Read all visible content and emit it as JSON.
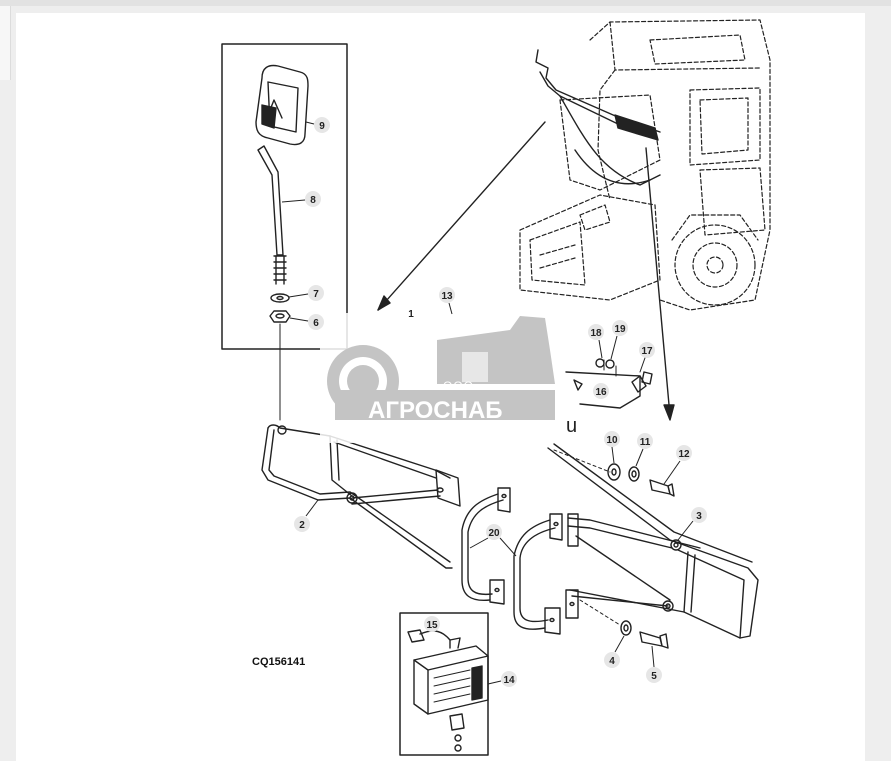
{
  "figure_code": "CQ156141",
  "callouts": [
    {
      "id": "c1",
      "text": "1"
    },
    {
      "id": "c2",
      "text": "2"
    },
    {
      "id": "c3",
      "text": "3"
    },
    {
      "id": "c4",
      "text": "4"
    },
    {
      "id": "c5",
      "text": "5"
    },
    {
      "id": "c6",
      "text": "6"
    },
    {
      "id": "c7",
      "text": "7"
    },
    {
      "id": "c8",
      "text": "8"
    },
    {
      "id": "c9",
      "text": "9"
    },
    {
      "id": "c10",
      "text": "10"
    },
    {
      "id": "c11",
      "text": "11"
    },
    {
      "id": "c12",
      "text": "12"
    },
    {
      "id": "c13",
      "text": "13"
    },
    {
      "id": "c14",
      "text": "14"
    },
    {
      "id": "c15",
      "text": "15"
    },
    {
      "id": "c16",
      "text": "16"
    },
    {
      "id": "c17",
      "text": "17"
    },
    {
      "id": "c18",
      "text": "18"
    },
    {
      "id": "c19",
      "text": "19"
    },
    {
      "id": "c20",
      "text": "20"
    }
  ],
  "watermark": {
    "prefix": "ООО",
    "name": "АГРОСНАБ",
    "tail": "u"
  },
  "colors": {
    "line": "#222222",
    "callout_fill": "#e6e6e6",
    "watermark_bg": "#c4c4c4"
  }
}
